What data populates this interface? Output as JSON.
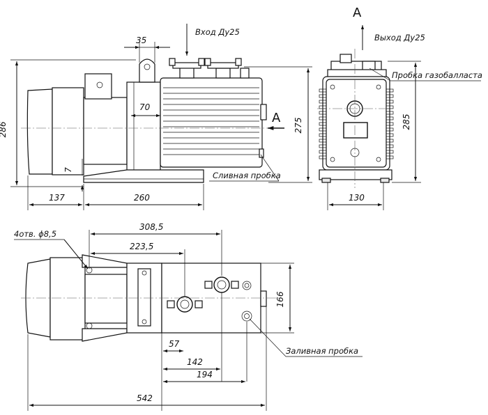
{
  "labels": {
    "inlet": "Вход Ду25",
    "outlet": "Выход Ду25",
    "view_marker": "A",
    "gas_ballast_plug": "Пробка газобалласта",
    "drain_plug": "Сливная пробка",
    "fill_plug": "Заливная пробка",
    "holes_callout": "4отв. ϕ8,5"
  },
  "dimensions": {
    "side_view": {
      "overall_height": "286",
      "flange_offset": "35",
      "port_offset": "70",
      "base_thickness": "7",
      "motor_overhang": "137",
      "base_length": "260",
      "pump_height": "275"
    },
    "end_view": {
      "height": "285",
      "width": "130"
    },
    "plan_view": {
      "hole_spacing_long": "308,5",
      "hole_spacing_short": "223,5",
      "width": "166",
      "d57": "57",
      "d142": "142",
      "d194": "194",
      "overall_length": "542"
    }
  }
}
